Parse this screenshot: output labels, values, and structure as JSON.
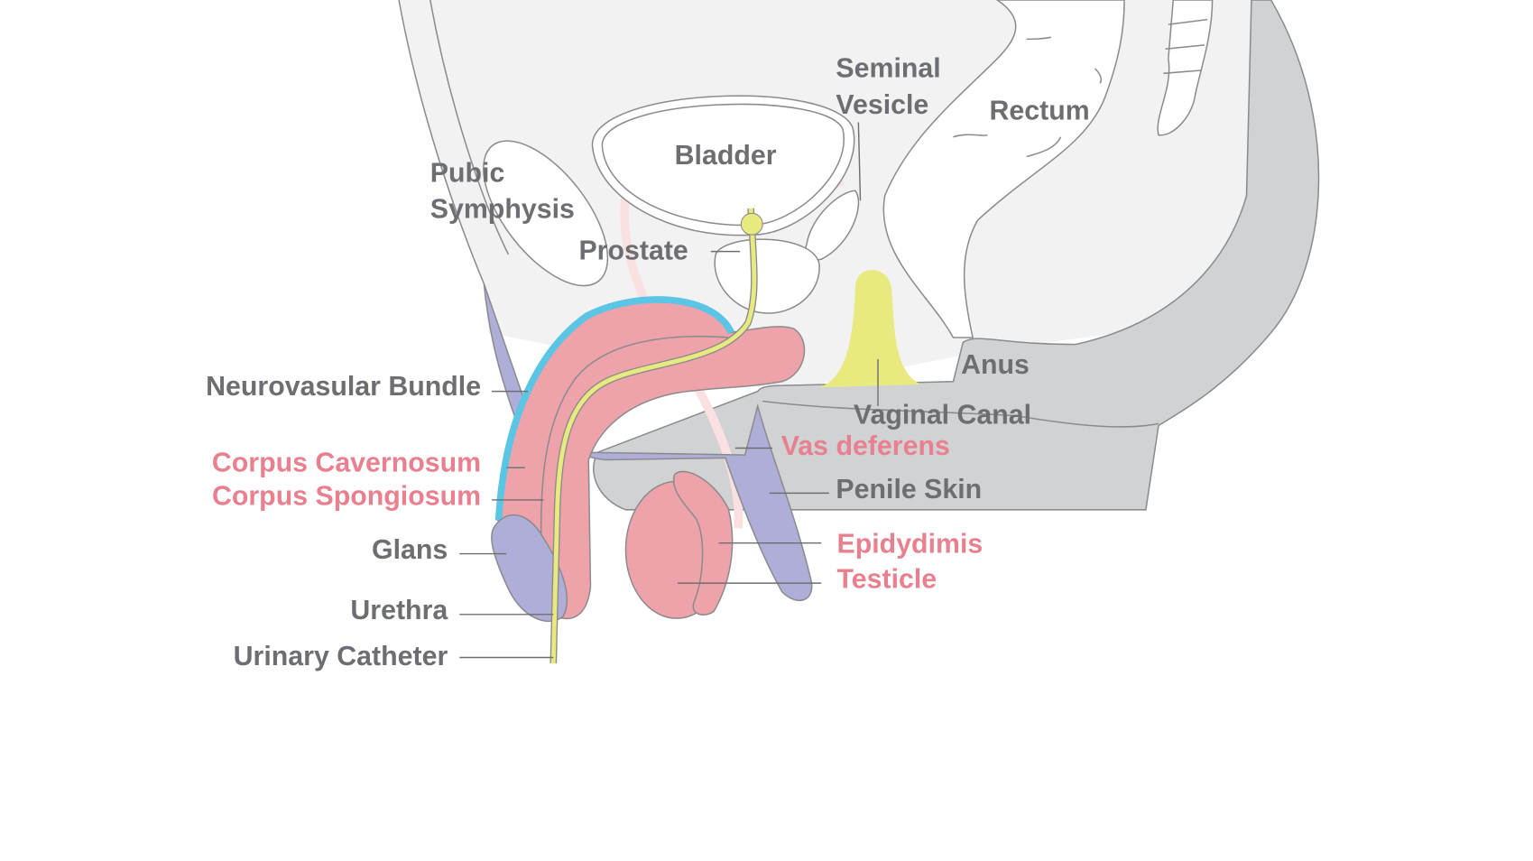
{
  "diagram": {
    "title_hidden": null,
    "colors": {
      "label_gray": "#6d6e71",
      "label_pink": "#e8808f",
      "erectile_tissue": "#eea3aa",
      "skin_purple": "#aeaed8",
      "neurovascular": "#5bc5e5",
      "catheter_yellow": "#e8ea7f",
      "body_gray": "#d1d2d4",
      "body_light": "#f2f2f2"
    },
    "labels": {
      "seminal_vesicle_1": "Seminal",
      "seminal_vesicle_2": "Vesicle",
      "rectum": "Rectum",
      "bladder": "Bladder",
      "pubic_symphysis_1": "Pubic",
      "pubic_symphysis_2": "Symphysis",
      "prostate": "Prostate",
      "neurovascular_bundle": "Neurovasular Bundle",
      "anus": "Anus",
      "vaginal_canal": "Vaginal Canal",
      "vas_deferens": "Vas deferens",
      "corpus_cavernosum": "Corpus Cavernosum",
      "corpus_spongiosum": "Corpus Spongiosum",
      "penile_skin": "Penile Skin",
      "glans": "Glans",
      "epidydimis": "Epidydimis",
      "testicle": "Testicle",
      "urethra": "Urethra",
      "urinary_catheter": "Urinary Catheter"
    }
  }
}
